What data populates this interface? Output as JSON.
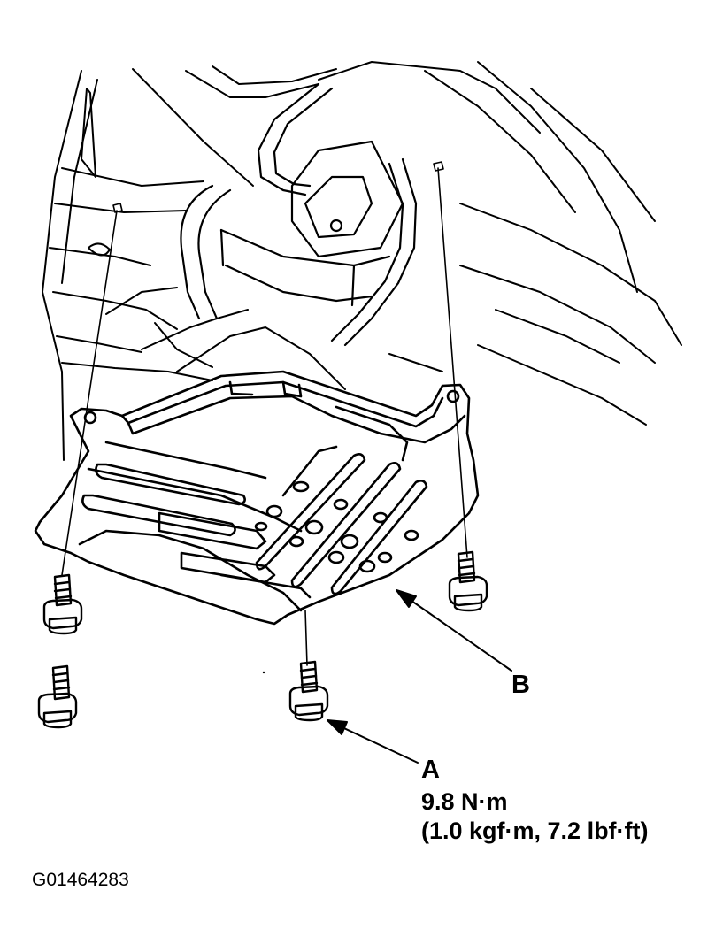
{
  "callouts": {
    "b": "B",
    "a": "A"
  },
  "torque": {
    "primary": "9.8 N·m",
    "alternate": "(1.0 kgf·m, 7.2 lbf·ft)"
  },
  "figure_code": "G01464283",
  "colors": {
    "ink": "#000000",
    "paper": "#ffffff"
  }
}
